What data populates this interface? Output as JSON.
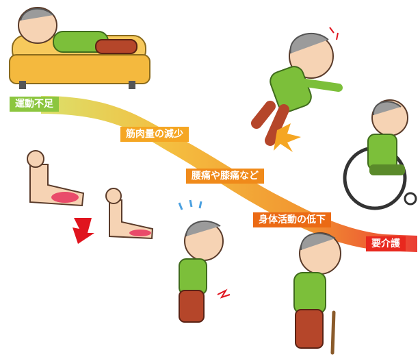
{
  "stages": [
    {
      "label": "運動不足",
      "color": "#8cc63f"
    },
    {
      "label": "筋肉量の減少",
      "color": "#f5a623"
    },
    {
      "label": "腰痛や膝痛など",
      "color": "#f08a1a"
    },
    {
      "label": "身体活動の低下",
      "color": "#eb6a14"
    },
    {
      "label": "要介護",
      "color": "#e8281e"
    }
  ]
}
